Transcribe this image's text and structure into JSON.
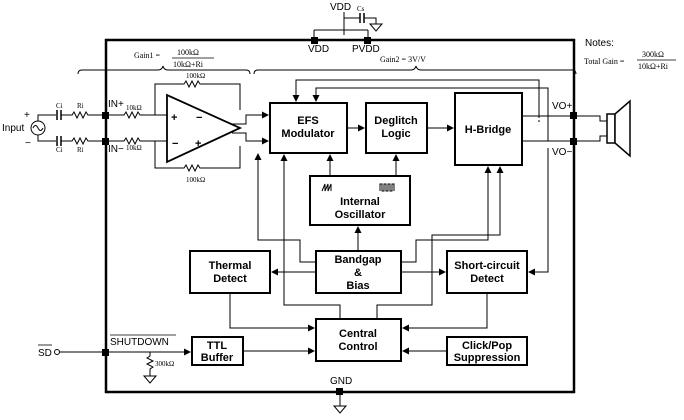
{
  "top": {
    "vdd_supply": "VDD",
    "cs": "Cs",
    "vdd_pin": "VDD",
    "pvdd_pin": "PVDD"
  },
  "notes": {
    "heading": "Notes:",
    "total_gain_label": "Total Gain =",
    "total_gain_num": "300kΩ",
    "total_gain_den": "10kΩ+Ri"
  },
  "gain1": {
    "label": "Gain1 =",
    "num": "100kΩ",
    "den": "10kΩ+Ri"
  },
  "gain2": {
    "label": "Gain2 = 3V/V"
  },
  "input": {
    "label": "Input",
    "plus": "+",
    "minus": "−",
    "ci_top": "Ci",
    "ci_bot": "Ci",
    "ri_top": "Ri",
    "ri_bot": "Ri",
    "in_plus": "IN+",
    "in_minus": "IN−",
    "r10k_top": "10kΩ",
    "r10k_bot": "10kΩ",
    "rf_top": "100kΩ",
    "rf_bot": "100kΩ",
    "opamp_plus": "+",
    "opamp_minus": "−",
    "opamp_out_minus": "−",
    "opamp_out_plus": "+"
  },
  "blocks": {
    "efs_l1": "EFS",
    "efs_l2": "Modulator",
    "deglitch_l1": "Deglitch",
    "deglitch_l2": "Logic",
    "hbridge": "H-Bridge",
    "osc_l1": "Internal",
    "osc_l2": "Oscillator",
    "bandgap_l1": "Bandgap",
    "bandgap_l2": "&",
    "bandgap_l3": "Bias",
    "thermal_l1": "Thermal",
    "thermal_l2": "Detect",
    "short_l1": "Short-circuit",
    "short_l2": "Detect",
    "central_l1": "Central",
    "central_l2": "Control",
    "ttl_l1": "TTL",
    "ttl_l2": "Buffer",
    "click_l1": "Click/Pop",
    "click_l2": "Suppression"
  },
  "outputs": {
    "vo_plus": "VO+",
    "vo_minus": "VO−"
  },
  "bottom": {
    "sd": "SD",
    "shutdown": "SHUTDOWN",
    "r300k": "300kΩ",
    "gnd": "GND"
  }
}
